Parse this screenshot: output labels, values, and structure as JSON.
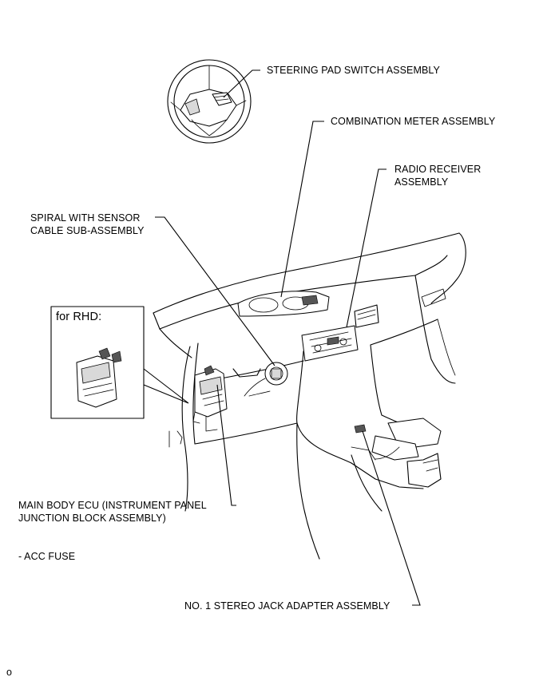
{
  "labels": {
    "steering_pad": "STEERING PAD SWITCH ASSEMBLY",
    "combination_meter": "COMBINATION METER ASSEMBLY",
    "radio_receiver_1": "RADIO RECEIVER",
    "radio_receiver_2": "ASSEMBLY",
    "spiral_1": "SPIRAL WITH SENSOR",
    "spiral_2": "CABLE SUB-ASSEMBLY",
    "main_body_ecu_1": "MAIN BODY ECU (INSTRUMENT PANEL",
    "main_body_ecu_2": "JUNCTION BLOCK ASSEMBLY)",
    "acc_fuse": "- ACC FUSE",
    "stereo_jack": "NO. 1 STEREO JACK ADAPTER ASSEMBLY",
    "inset_title": "for RHD:",
    "footer_mark": "o"
  }
}
